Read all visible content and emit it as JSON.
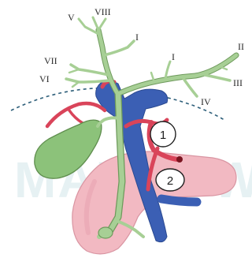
{
  "watermark": "MARROW",
  "segment_labels": {
    "v": "V",
    "viii": "VIII",
    "i_left": "I",
    "vii": "VII",
    "vi": "VI",
    "i_right": "I",
    "ii": "II",
    "iii": "III",
    "iv": "IV"
  },
  "markers": {
    "one": "1",
    "two": "2"
  },
  "colors": {
    "bile_duct": "#9cc48a",
    "bile_duct_outline": "#6e9a5c",
    "gallbladder": "#8cc27a",
    "portal_vein": "#3b5fb4",
    "hepatic_artery": "#d9445a",
    "duodenum": "#f2b9c2",
    "liver_boundary": "#2e5f7a"
  }
}
